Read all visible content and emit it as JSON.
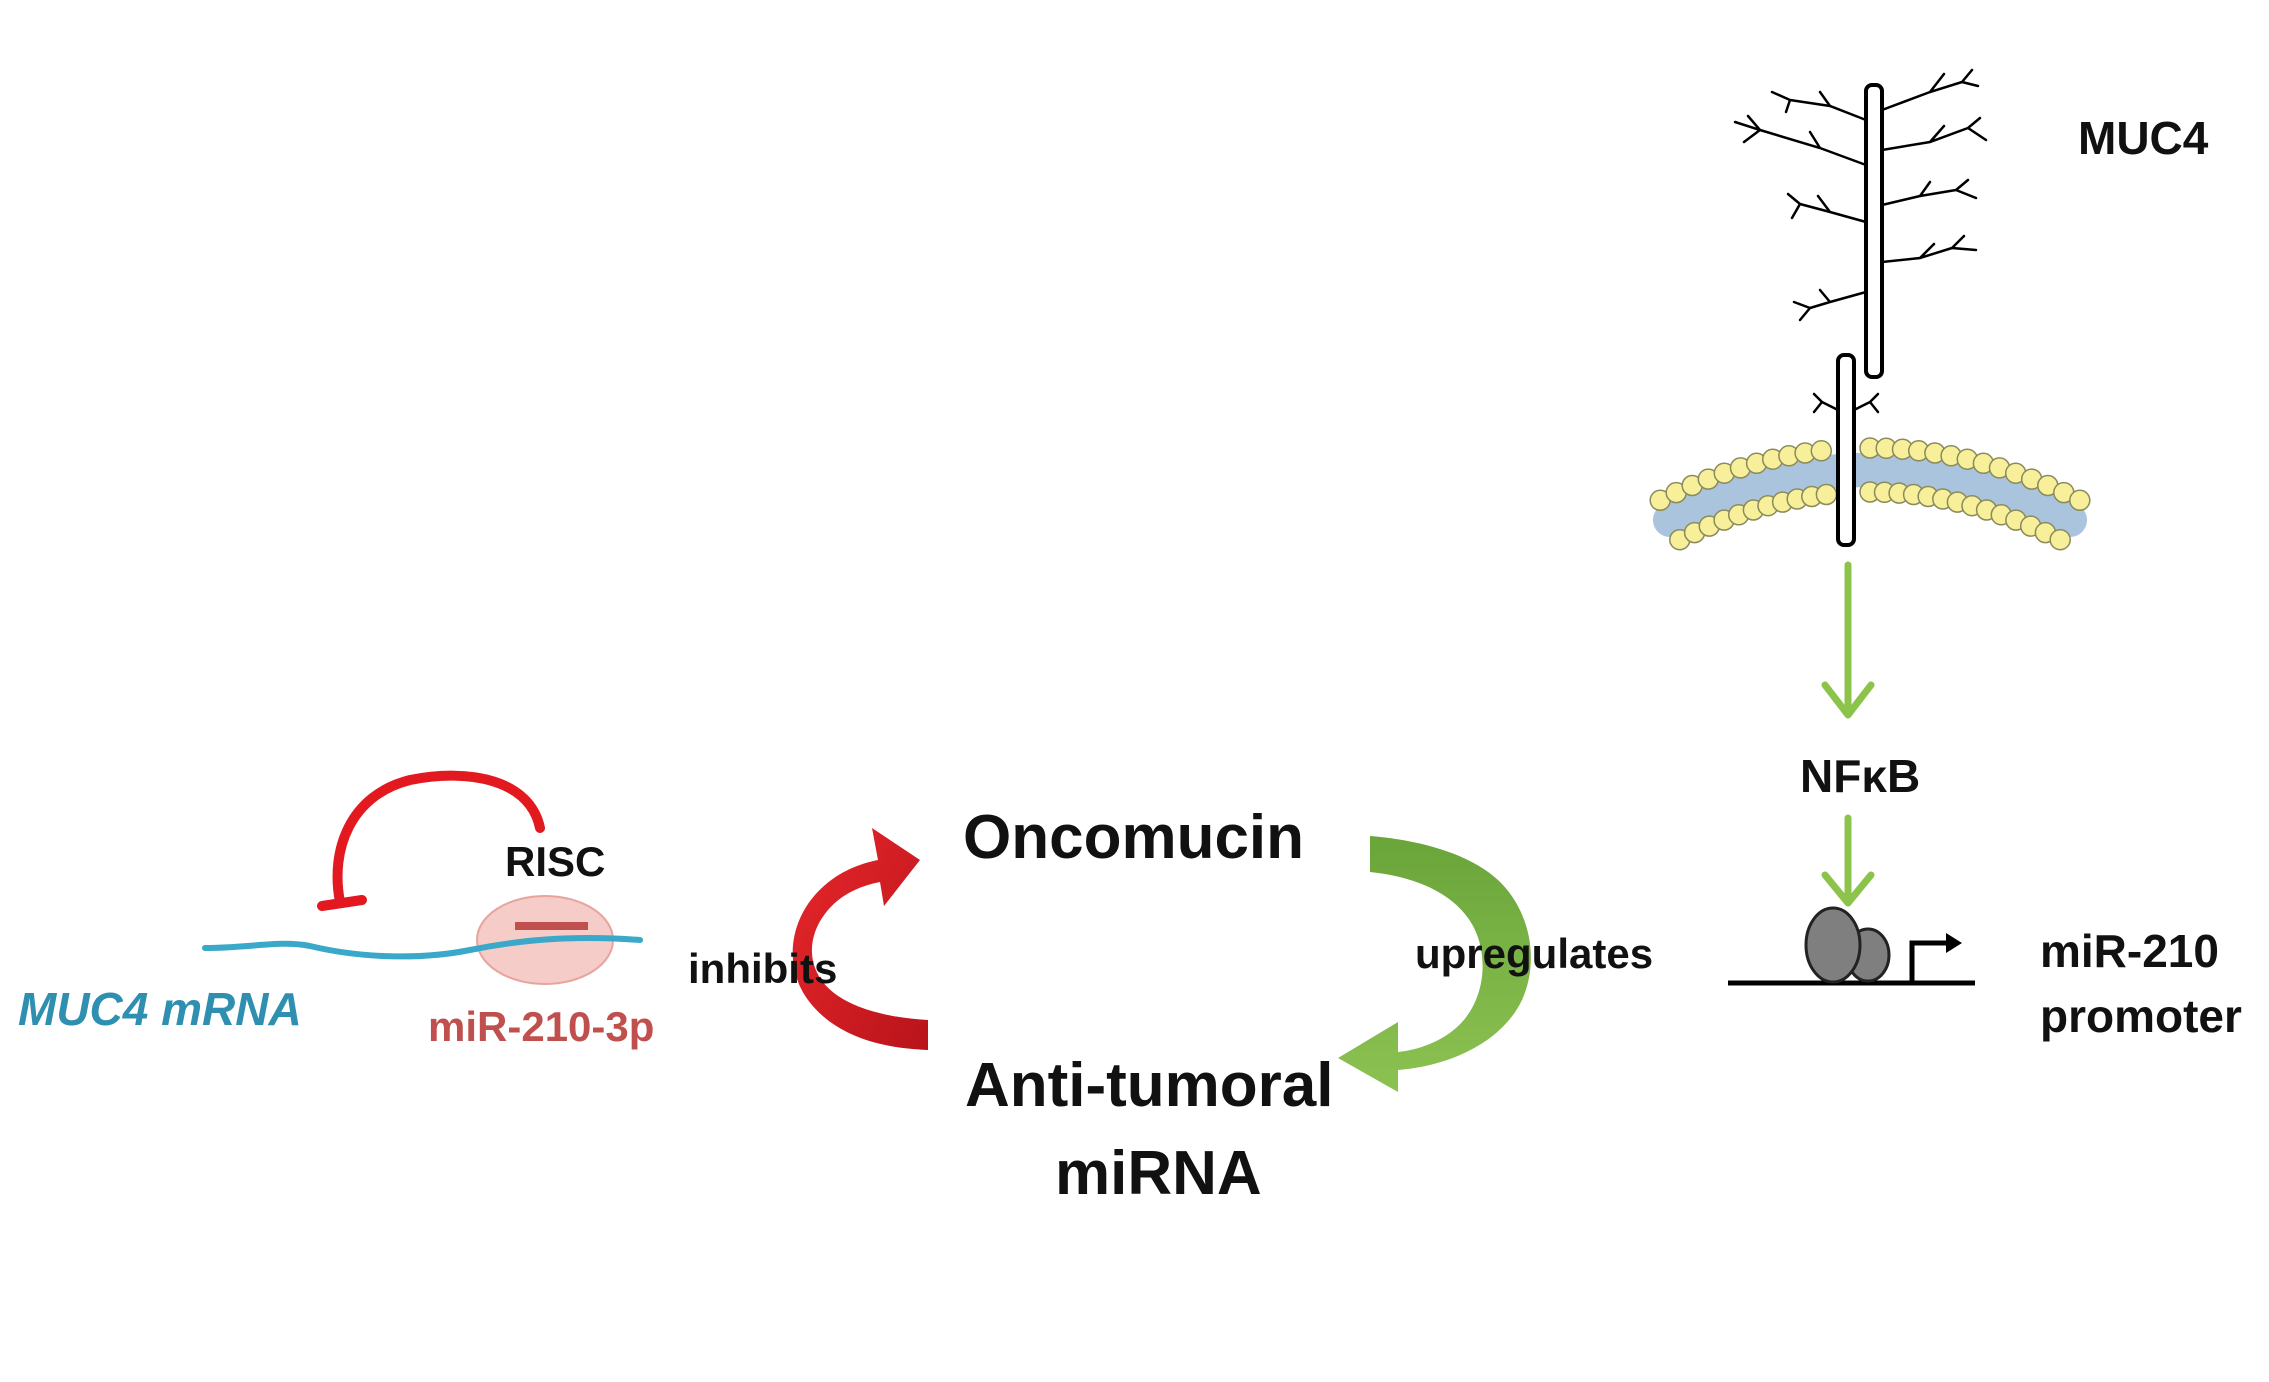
{
  "labels": {
    "oncomucin": "Oncomucin",
    "anti_tumoral_line1": "Anti-tumoral",
    "anti_tumoral_line2": "miRNA",
    "inhibits": "inhibits",
    "upregulates": "upregulates",
    "muc4": "MUC4",
    "nfkb": "NFκB",
    "mir210_line1": "miR-210",
    "mir210_line2": "promoter",
    "risc": "RISC",
    "muc4_mrna": "MUC4 mRNA",
    "mir_210_3p": "miR-210-3p"
  },
  "colors": {
    "red_arrow": "#d7141a",
    "green_arrow": "#7ab648",
    "mrna": "#3aa8c9",
    "mirna": "#c0504d",
    "risc_fill": "#f4c7c3",
    "membrane_head": "#f7ef9a",
    "membrane_tail": "#a9c4dc"
  }
}
